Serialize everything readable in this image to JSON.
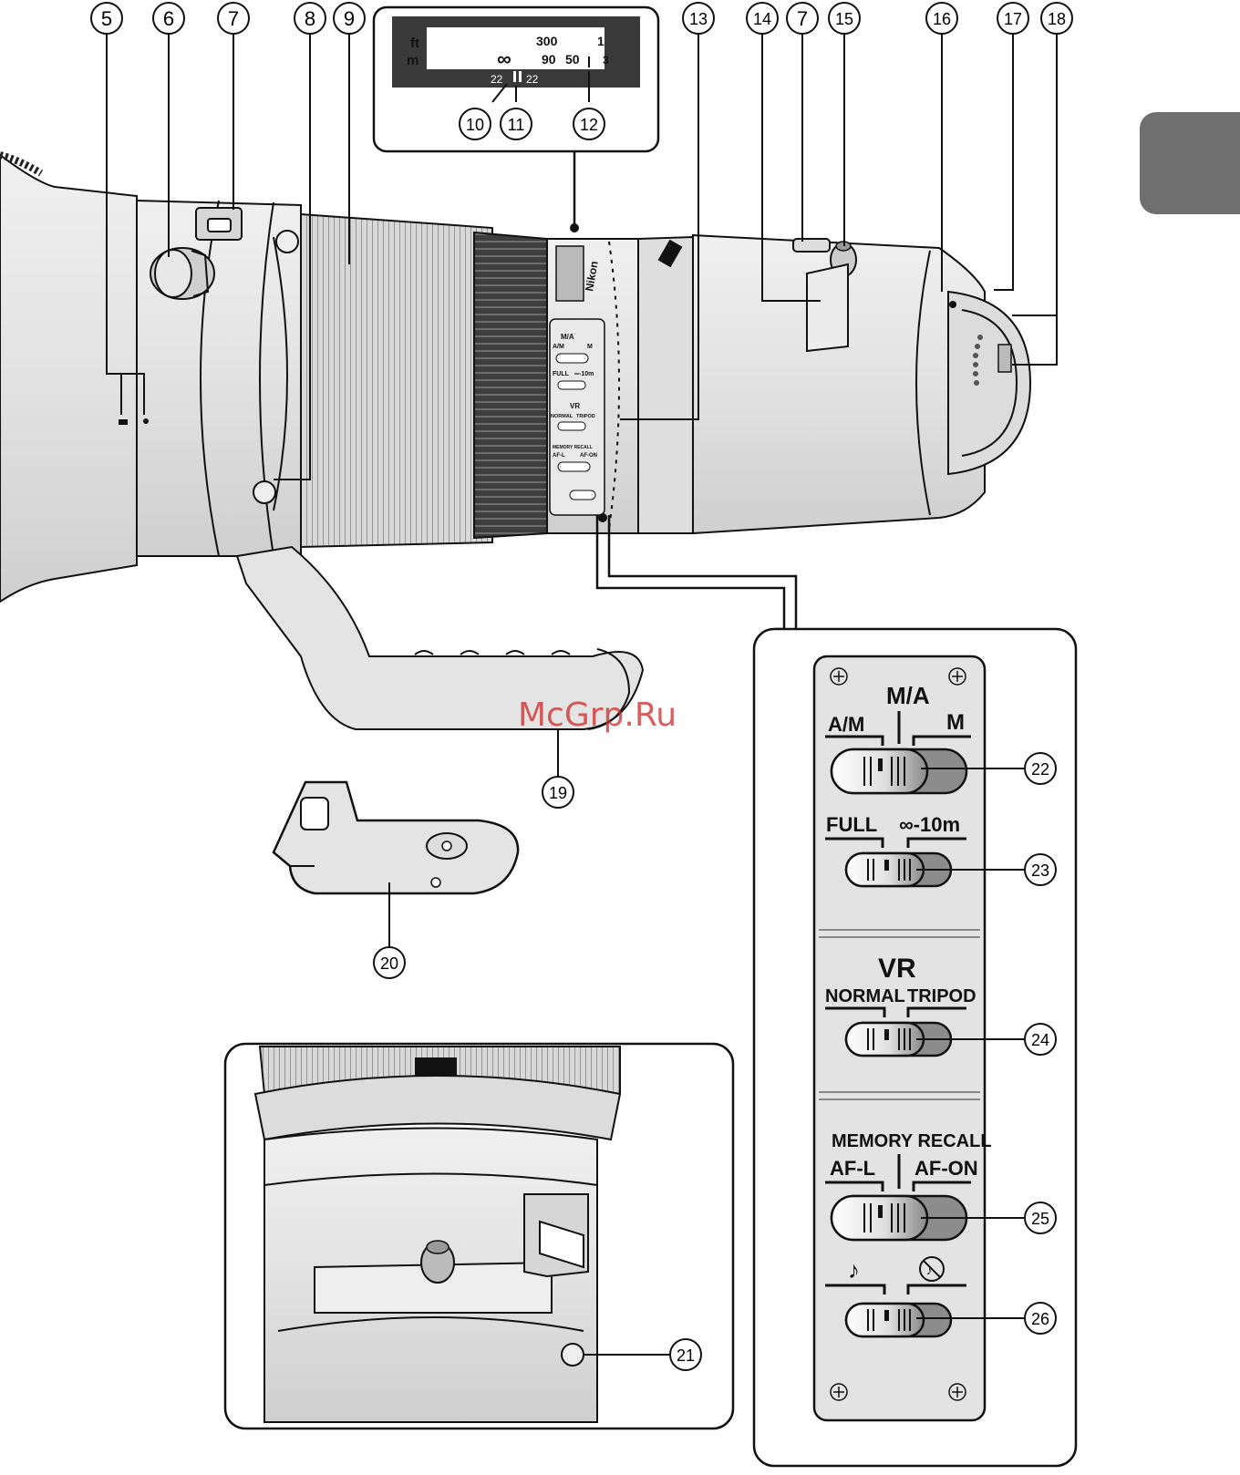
{
  "callouts": {
    "c5": "5",
    "c6": "6",
    "c7a": "7",
    "c8": "8",
    "c9": "9",
    "c10": "10",
    "c11": "11",
    "c12": "12",
    "c13": "13",
    "c14": "14",
    "c7b": "7",
    "c15": "15",
    "c16": "16",
    "c17": "17",
    "c18": "18",
    "c19": "19",
    "c20": "20",
    "c21": "21",
    "c22": "22",
    "c23": "23",
    "c24": "24",
    "c25": "25",
    "c26": "26"
  },
  "distance_scale": {
    "ft": "ft",
    "m": "m",
    "ft_value": "300",
    "ft_value2": "1",
    "infinity": "∞",
    "m_value1": "90",
    "m_value2": "50",
    "m_value3": "3",
    "dof_left": "22",
    "dof_right": "22"
  },
  "lens_markings": {
    "vr_badge": "VR",
    "vr_badge_inset": "VR",
    "brand": "Nikon"
  },
  "switch_panel": {
    "focus_mode": {
      "left": "A/M",
      "center": "M/A",
      "right": "M"
    },
    "limiter": {
      "left": "FULL",
      "right": "∞-10m"
    },
    "vr_title": "VR",
    "vr_mode": {
      "left": "NORMAL",
      "right": "TRIPOD"
    },
    "memory_title": "MEMORY RECALL",
    "memory": {
      "left": "AF-L",
      "right": "AF-ON"
    },
    "sound": {
      "left": "♪",
      "right": "🔇"
    }
  },
  "mini_switch_panel": {
    "focus_mode": {
      "left": "A/M",
      "center": "M/A",
      "right": "M"
    },
    "limiter": {
      "left": "FULL",
      "right": "∞-10m"
    },
    "vr_title": "VR",
    "vr_mode": {
      "left": "NORMAL",
      "right": "TRIPOD"
    },
    "memory_title": "MEMORY RECALL",
    "memory": {
      "left": "AF-L",
      "right": "AF-ON"
    }
  },
  "watermark": "McGrp.Ru",
  "colors": {
    "lens_body": "#e6e6e6",
    "dark": "#3c3c3c",
    "tab": "#6f6f6f",
    "watermark": "#cc2a2a"
  }
}
